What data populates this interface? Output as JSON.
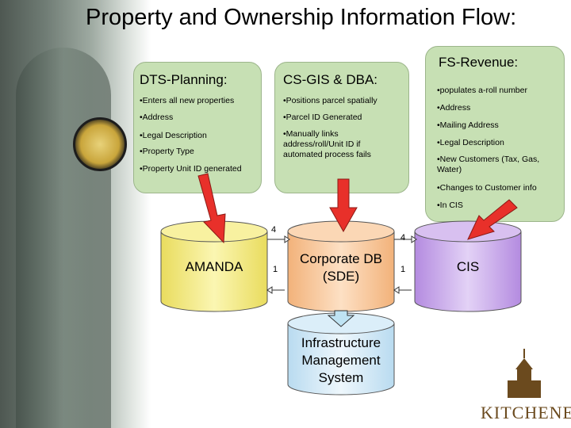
{
  "title": "Property and Ownership Information Flow:",
  "dts": {
    "title": "DTS-Planning:",
    "items": [
      "•Enters all new properties",
      "•Address",
      "•Legal Description",
      "•Property Type",
      "•Property Unit ID generated"
    ]
  },
  "gis": {
    "title": "CS-GIS & DBA:",
    "items": [
      "•Positions parcel spatially",
      "•Parcel ID Generated",
      "•Manually links address/roll/Unit ID if automated process fails"
    ]
  },
  "fs": {
    "title": "FS-Revenue:",
    "items": [
      "•populates a-roll number",
      "•Address",
      "•Mailing Address",
      "•Legal Description",
      "•New Customers (Tax, Gas, Water)",
      "•Changes to Customer info",
      "•In CIS"
    ]
  },
  "cylinders": {
    "amanda": "AMANDA",
    "corporate": "Corporate DB (SDE)",
    "cis": "CIS",
    "infra": "Infrastructure Management System"
  },
  "numbers": {
    "left_top": "4",
    "left_bottom": "1",
    "right_top": "4",
    "right_bottom": "1"
  },
  "logo": "KITCHENER",
  "colors": {
    "box_green": "#c7e0b4",
    "amanda": "#f6ef8e",
    "corporate": "#f8c79a",
    "cis": "#c9a7e8",
    "infra": "#cfe6f5",
    "arrow": "#e8302a"
  }
}
